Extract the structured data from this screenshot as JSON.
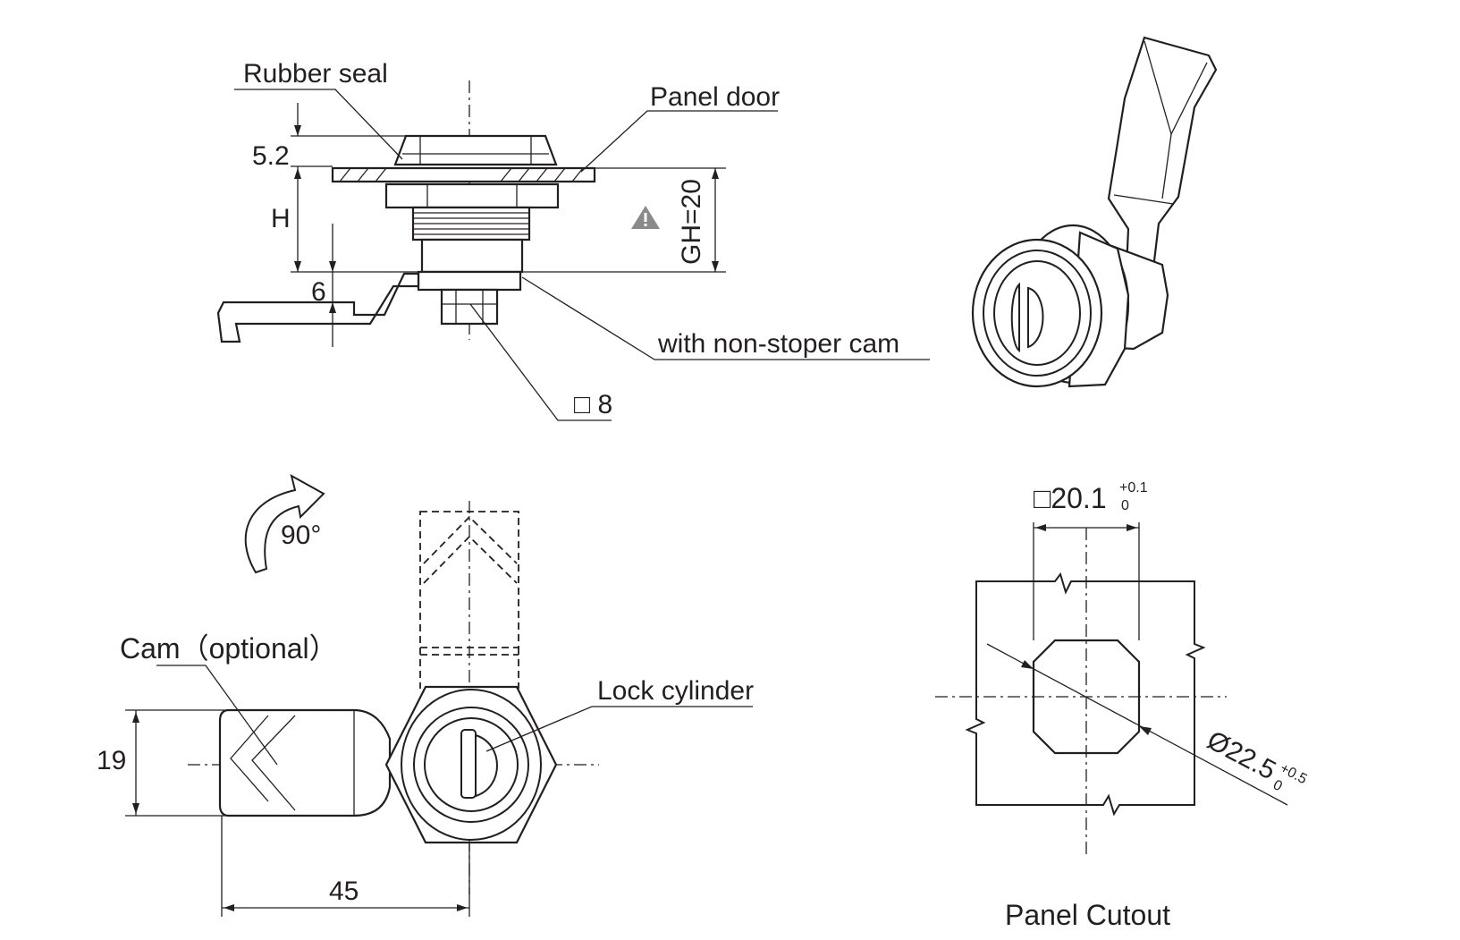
{
  "labels": {
    "rubber_seal": "Rubber seal",
    "panel_door": "Panel door",
    "dim_5_2": "5.2",
    "dim_h": "H",
    "dim_6": "6",
    "dim_gh": "GH=20",
    "non_stoper_cam": "with non-stoper cam",
    "square_8": "□ 8",
    "rotation": "90°",
    "cam_optional": "Cam（optional）",
    "lock_cylinder": "Lock cylinder",
    "dim_19": "19",
    "dim_45": "45",
    "cutout_square_base": "□20.1",
    "cutout_square_tol_upper": "+0.1",
    "cutout_square_tol_lower": "0",
    "cutout_dia_base": "Ø22.5",
    "cutout_dia_tol_upper": "+0.5",
    "cutout_dia_tol_lower": "0",
    "panel_cutout": "Panel Cutout"
  },
  "icons": {
    "warning": "warning-triangle-icon",
    "rotation": "curved-arrow-icon"
  }
}
